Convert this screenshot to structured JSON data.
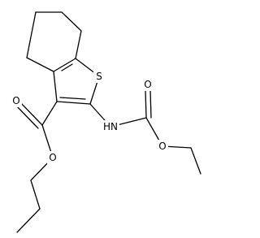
{
  "atom_labels": {
    "sulfur": "S",
    "carbonyl_oxygen_ester": "O",
    "ester_oxygen": "O",
    "amine": "HN",
    "carbamate_carbonyl_oxygen": "O",
    "carbamate_ether_oxygen": "O"
  },
  "colors": {
    "background": "#ffffff",
    "bond": "#000000",
    "label": "#000000"
  }
}
